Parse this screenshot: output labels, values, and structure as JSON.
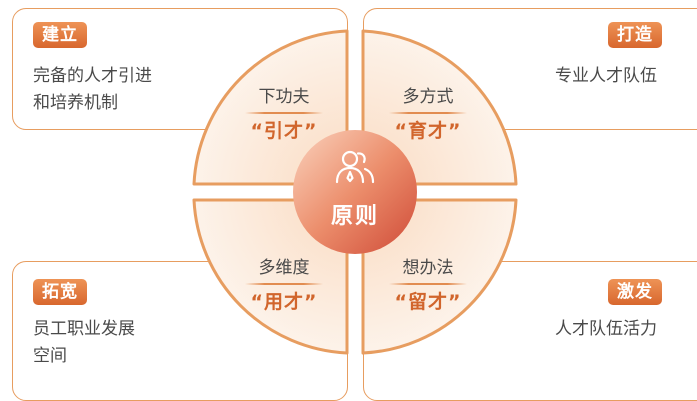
{
  "cards": {
    "top_left": {
      "badge": "建立",
      "desc_lines": [
        "完备的人才引进",
        "和培养机制"
      ]
    },
    "top_right": {
      "badge": "打造",
      "desc_lines": [
        "专业人才队伍"
      ]
    },
    "bottom_left": {
      "badge": "拓宽",
      "desc_lines": [
        "员工职业发展",
        "空间"
      ]
    },
    "bottom_right": {
      "badge": "激发",
      "desc_lines": [
        "人才队伍活力"
      ]
    }
  },
  "quadrants": {
    "top_left": {
      "sub": "下功夫",
      "main": "“引才”"
    },
    "top_right": {
      "sub": "多方式",
      "main": "“育才”"
    },
    "bottom_left": {
      "sub": "多维度",
      "main": "“用才”"
    },
    "bottom_right": {
      "sub": "想办法",
      "main": "“留才”"
    }
  },
  "center": {
    "label": "原则",
    "icon": "people-icon"
  },
  "colors": {
    "accent": "#e28c50",
    "accent_dark": "#d1652c",
    "quadrant_fill": "#fdf1e6",
    "center_red": "#d9553c"
  }
}
